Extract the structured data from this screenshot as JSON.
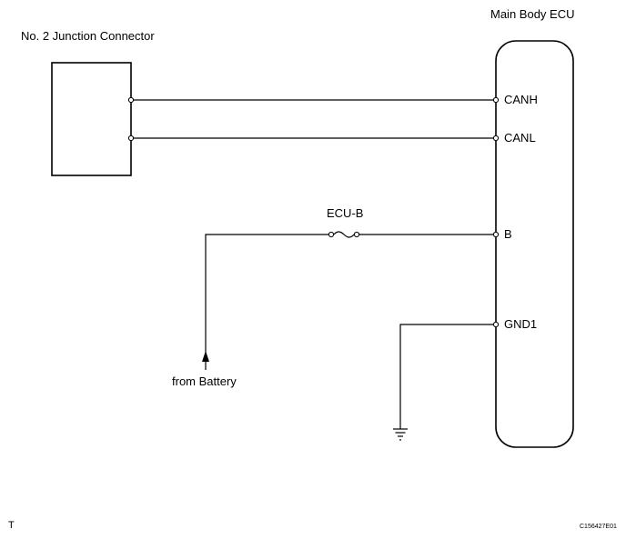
{
  "labels": {
    "junction_connector": "No. 2 Junction Connector",
    "main_body_ecu": "Main Body ECU",
    "fuse": "ECU-B",
    "source": "from Battery",
    "corner_left": "T",
    "figure_code": "C156427E01"
  },
  "ecu_pins": [
    "CANH",
    "CANL",
    "B",
    "GND1"
  ]
}
